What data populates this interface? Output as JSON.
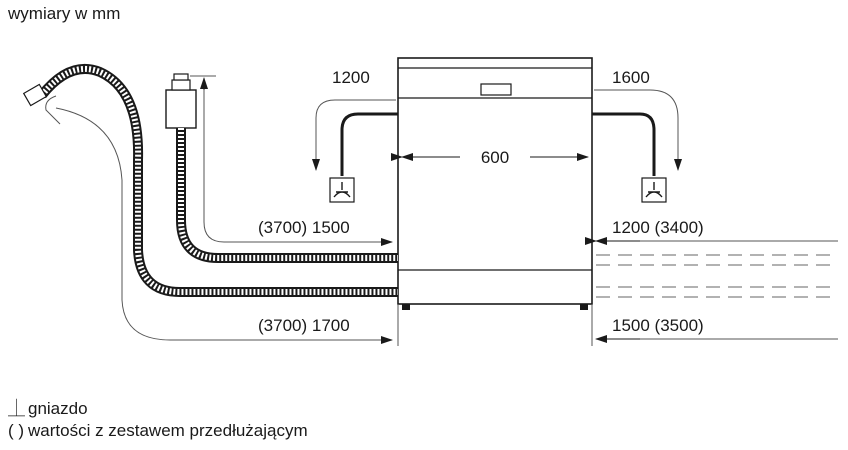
{
  "title": "wymiary w mm",
  "dimensions": {
    "left_top": "1200",
    "right_top": "1600",
    "width": "600",
    "left_upper": "(3700) 1500",
    "right_upper": "1200 (3400)",
    "left_lower": "(3700) 1700",
    "right_lower": "1500 (3500)"
  },
  "legend": {
    "socket_symbol": "⏊",
    "socket_label": "gniazdo",
    "extension_symbol": "( )",
    "extension_label": "wartości z zestawem przedłużającym"
  },
  "colors": {
    "line": "#1a1a1a",
    "guide": "#666666"
  }
}
